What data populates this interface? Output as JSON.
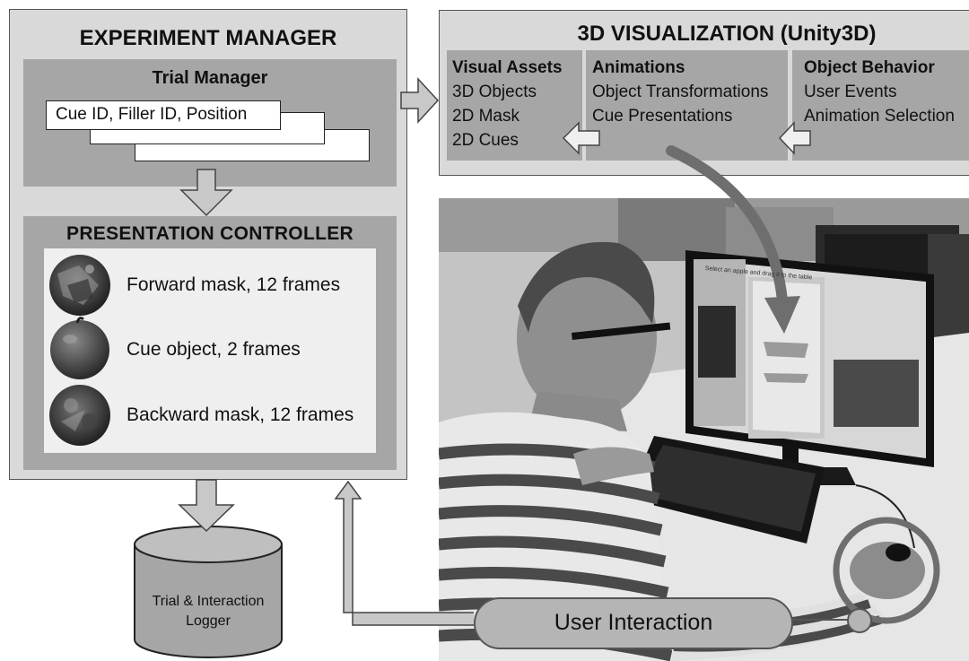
{
  "experiment_manager": {
    "title": "EXPERIMENT MANAGER",
    "trial_manager": {
      "title": "Trial Manager",
      "card_text": "Cue ID, Filler ID, Position"
    },
    "presentation_controller": {
      "title": "PRESENTATION CONTROLLER",
      "items": [
        {
          "label": "Forward mask, 12 frames",
          "icon": "forward-mask-icon"
        },
        {
          "label": "Cue object, 2 frames",
          "icon": "apple-icon"
        },
        {
          "label": "Backward mask, 12 frames",
          "icon": "backward-mask-icon"
        }
      ]
    }
  },
  "visualization": {
    "title": "3D VISUALIZATION (Unity3D)",
    "columns": [
      {
        "header": "Visual Assets",
        "items": [
          "3D Objects",
          "2D Mask",
          "2D Cues"
        ]
      },
      {
        "header": "Animations",
        "items": [
          "Object Transformations",
          "Cue Presentations"
        ]
      },
      {
        "header": "Object Behavior",
        "items": [
          "User Events",
          "Animation Selection"
        ]
      }
    ]
  },
  "logger": {
    "line1": "Trial & Interaction",
    "line2": "Logger"
  },
  "user_interaction": {
    "label": "User Interaction"
  },
  "screen_caption": "Select an apple and drag it to the table",
  "colors": {
    "frame": "#d9d9d9",
    "panel": "#a6a6a6",
    "inner": "#efefef",
    "arrow": "#c8c8c8",
    "arrow_stroke": "#444444",
    "highlight_arrow": "#6e6e6e"
  }
}
